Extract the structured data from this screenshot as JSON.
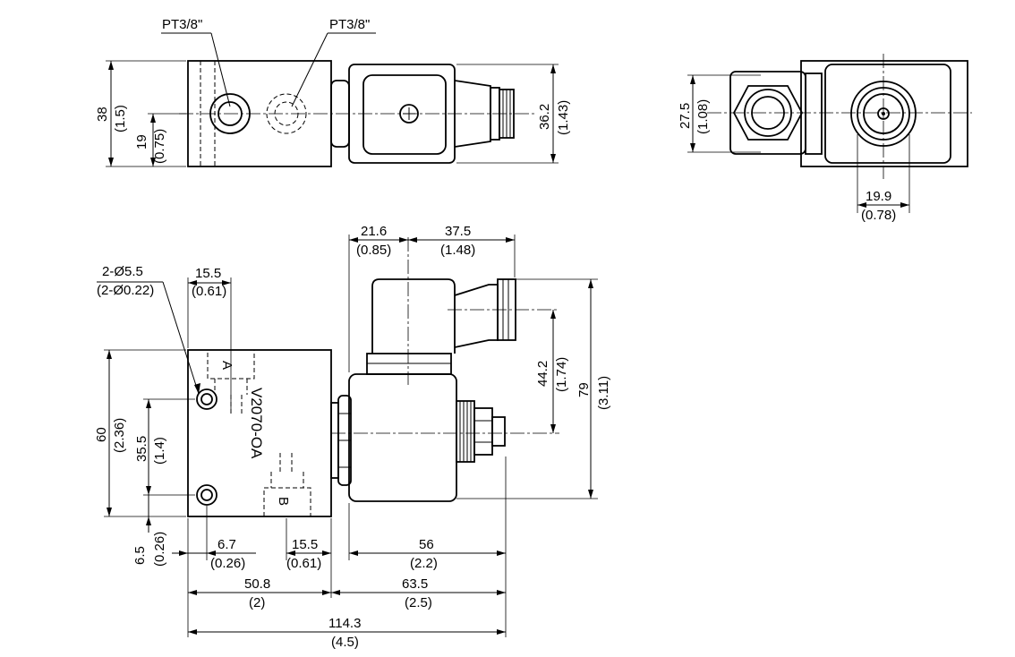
{
  "ports": {
    "left": "PT3/8\"",
    "right": "PT3/8\""
  },
  "holes": {
    "main": "2-Ø5.5",
    "sub": "(2-Ø0.22)"
  },
  "model": "V2070-OA",
  "port_labels": {
    "a": "A",
    "b": "B"
  },
  "dimensions": {
    "d38": "38",
    "d1_5": "(1.5)",
    "d19": "19",
    "d0_75": "(0.75)",
    "d36_2": "36.2",
    "d1_43": "(1.43)",
    "d27_5": "27.5",
    "d1_08": "(1.08)",
    "d19_9": "19.9",
    "d0_78": "(0.78)",
    "d21_6": "21.6",
    "d0_85": "(0.85)",
    "d37_5": "37.5",
    "d1_48": "(1.48)",
    "d15_5a": "15.5",
    "d0_61a": "(0.61)",
    "d44_2": "44.2",
    "d1_74": "(1.74)",
    "d79": "79",
    "d3_11": "(3.11)",
    "d60": "60",
    "d2_36": "(2.36)",
    "d35_5": "35.5",
    "d1_4": "(1.4)",
    "d6_5": "6.5",
    "d0_26a": "(0.26)",
    "d6_7": "6.7",
    "d0_26b": "(0.26)",
    "d15_5b": "15.5",
    "d0_61b": "(0.61)",
    "d56": "56",
    "d2_2": "(2.2)",
    "d50_8": "50.8",
    "d2": "(2)",
    "d63_5": "63.5",
    "d2_5": "(2.5)",
    "d114_3": "114.3",
    "d4_5": "(4.5)"
  }
}
